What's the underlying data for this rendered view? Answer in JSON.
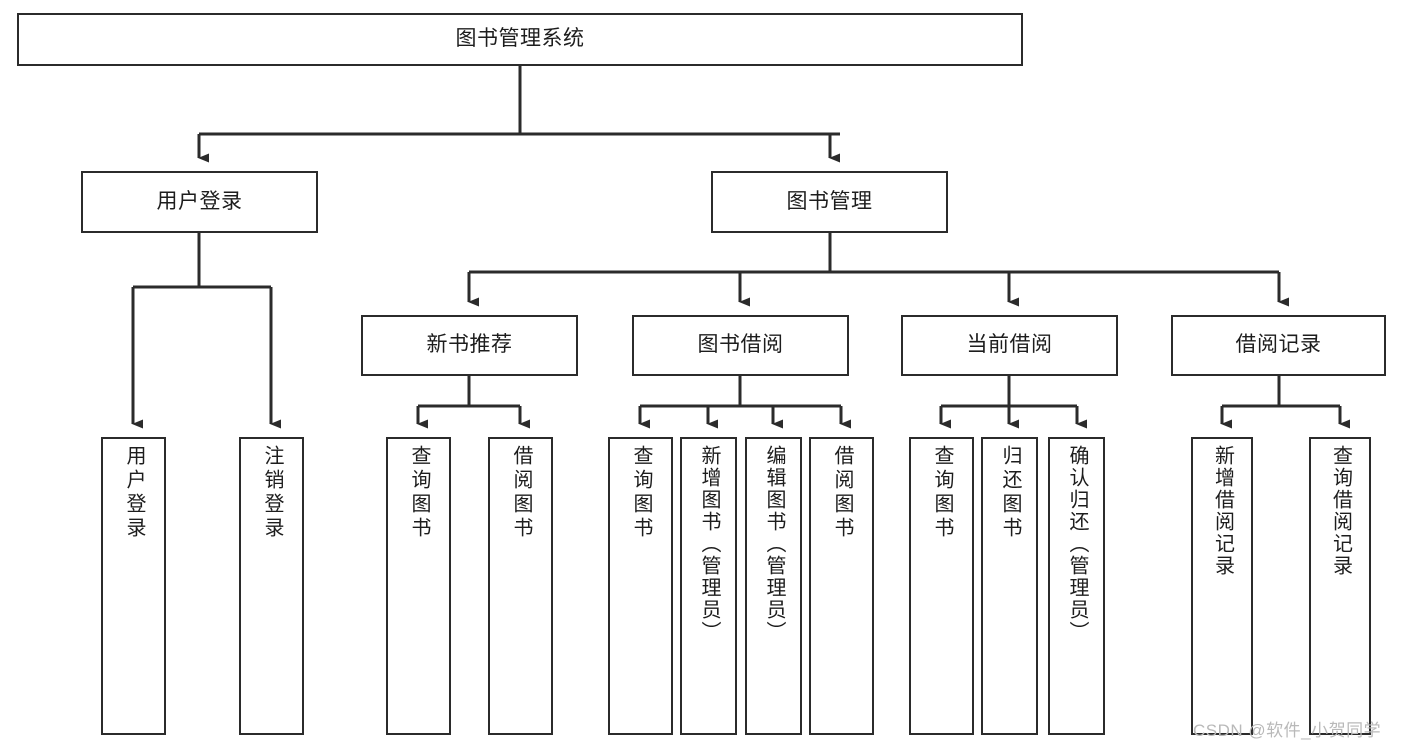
{
  "diagram": {
    "title": "图书管理系统",
    "type": "tree-hierarchy-diagram",
    "root": {
      "label": "图书管理系统"
    },
    "level2": [
      {
        "label": "用户登录"
      },
      {
        "label": "图书管理"
      }
    ],
    "level3": [
      {
        "label": "新书推荐"
      },
      {
        "label": "图书借阅"
      },
      {
        "label": "当前借阅"
      },
      {
        "label": "借阅记录"
      }
    ],
    "leaves": {
      "user_login": [
        {
          "label": "用户登录"
        },
        {
          "label": "注销登录"
        }
      ],
      "new_book_recommend": [
        {
          "label": "查询图书"
        },
        {
          "label": "借阅图书"
        }
      ],
      "book_borrow": [
        {
          "label": "查询图书"
        },
        {
          "label": "新增图书（管理员）"
        },
        {
          "label": "编辑图书（管理员）"
        },
        {
          "label": "借阅图书"
        }
      ],
      "current_borrow": [
        {
          "label": "查询图书"
        },
        {
          "label": "归还图书"
        },
        {
          "label": "确认归还（管理员）"
        }
      ],
      "borrow_record": [
        {
          "label": "新增借阅记录"
        },
        {
          "label": "查询借阅记录"
        }
      ]
    },
    "watermark": "CSDN @软件_小贺同学",
    "colors": {
      "node_border": "#2b2b2b",
      "node_fill": "#ffffff",
      "edge": "#2b2b2b",
      "text": "#1d1d1d",
      "watermark": "#b9b9b9",
      "background": "#ffffff"
    }
  }
}
